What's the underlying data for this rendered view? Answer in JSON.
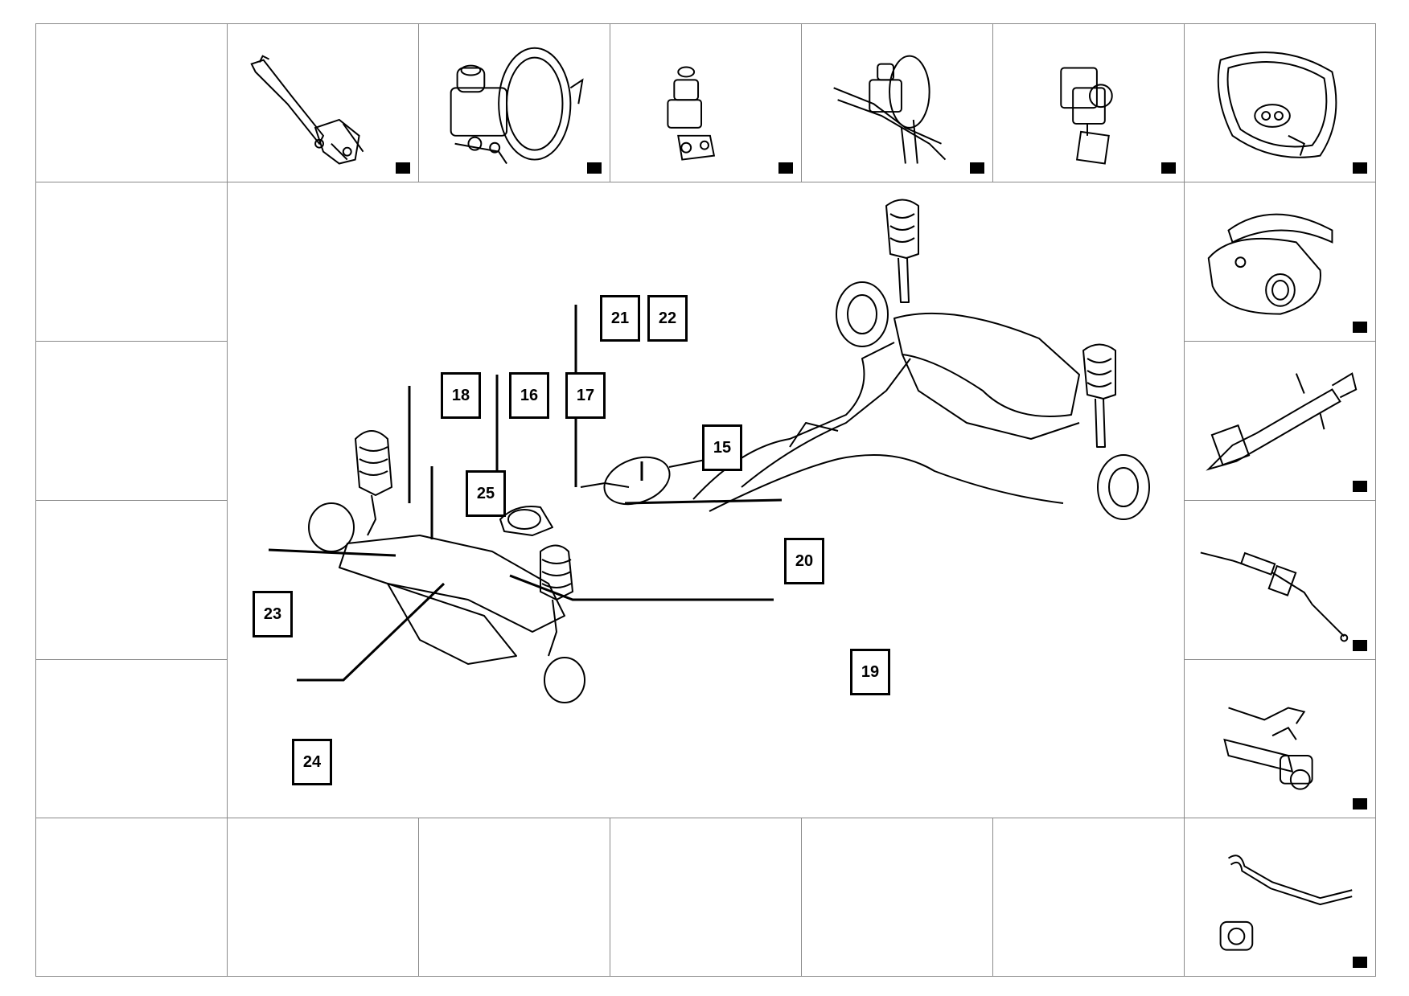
{
  "diagram": {
    "callouts": [
      {
        "id": "c15",
        "label": "15"
      },
      {
        "id": "c16",
        "label": "16"
      },
      {
        "id": "c17",
        "label": "17"
      },
      {
        "id": "c18",
        "label": "18"
      },
      {
        "id": "c19",
        "label": "19"
      },
      {
        "id": "c20",
        "label": "20"
      },
      {
        "id": "c21",
        "label": "21"
      },
      {
        "id": "c22",
        "label": "22"
      },
      {
        "id": "c23",
        "label": "23"
      },
      {
        "id": "c24",
        "label": "24"
      },
      {
        "id": "c25",
        "label": "25"
      }
    ],
    "top_row_icons": [
      "handbrake-lever-icon",
      "brake-booster-master-cylinder-icon",
      "brake-fluid-reservoir-icon",
      "brake-booster-lines-icon",
      "abs-modulator-icon",
      "steering-wheel-icon"
    ],
    "right_column_icons": [
      "steering-column-shroud-icon",
      "steering-column-icon",
      "steering-rack-icon",
      "power-steering-pump-icon",
      "steering-hose-icon"
    ],
    "colors": {
      "line": "#000000",
      "grid": "#8a8a8a",
      "marker": "#000000"
    }
  }
}
